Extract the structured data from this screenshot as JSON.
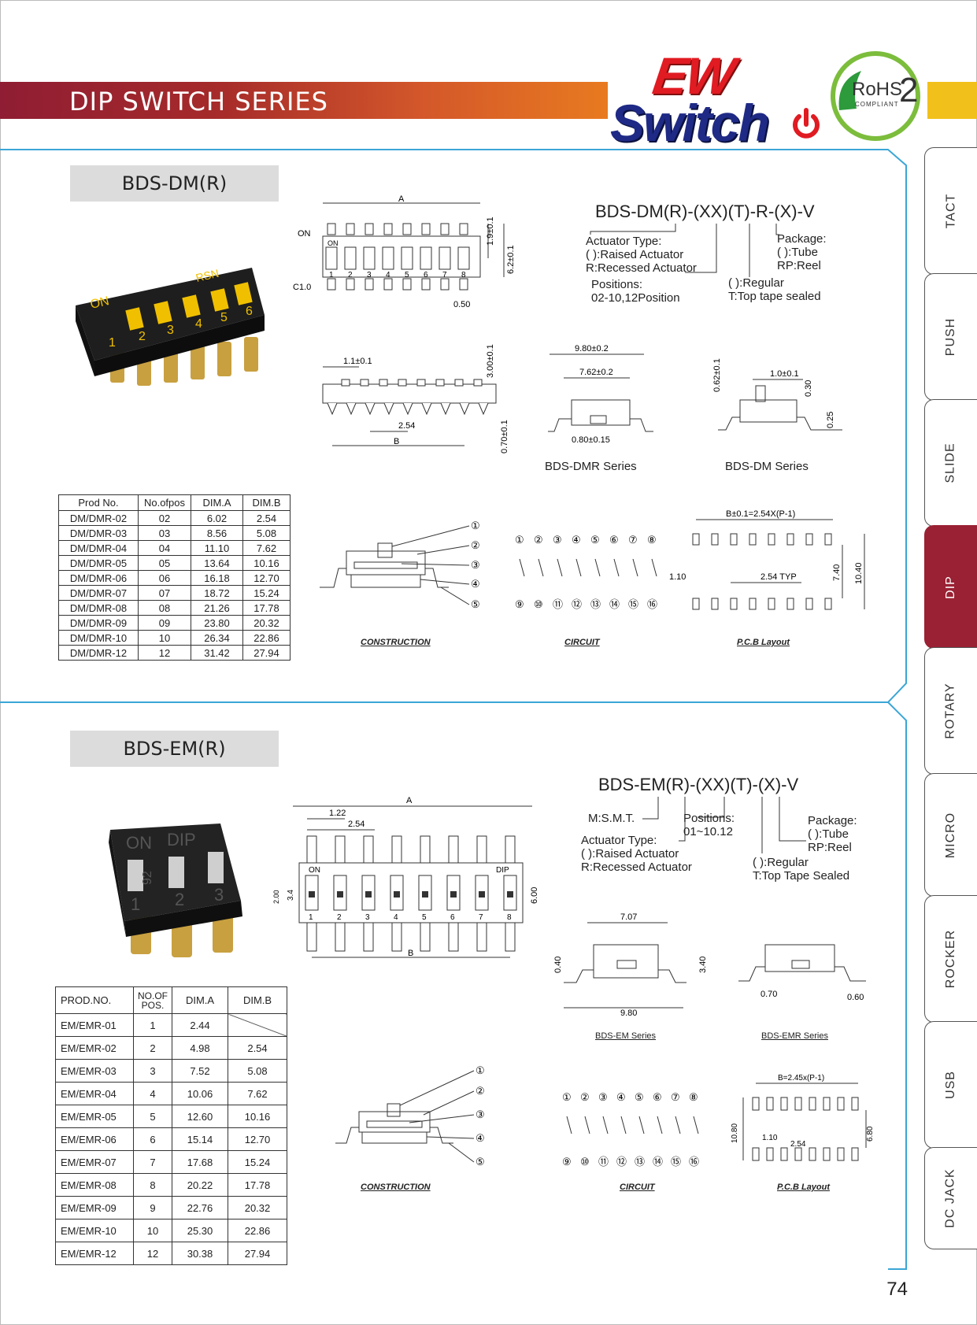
{
  "header": {
    "title": "DIP SWITCH  SERIES",
    "logo_top": "EW",
    "logo_bottom": "Switch",
    "rohs_label": "RoHS",
    "rohs_sub": "COMPLIANT",
    "rohs_num": "2",
    "colors": {
      "banner_start": "#8f1d33",
      "banner_end": "#e87a20",
      "accent_yellow": "#f2c01a",
      "frame": "#3ba6d6",
      "tab_active": "#9a2033"
    }
  },
  "side_tabs": [
    "TACT",
    "PUSH",
    "SLIDE",
    "DIP",
    "ROTARY",
    "MICRO",
    "ROCKER",
    "USB",
    "DC JACK"
  ],
  "active_tab": "DIP",
  "page_number": "74",
  "section_dm": {
    "tag": "BDS-DM(R)",
    "part_code": "BDS-DM(R)-(XX)(T)-R-(X)-V",
    "notes": {
      "actuator": "Actuator Type:\n( ):Raised Actuator\nR:Recessed Actuator",
      "positions": "Positions:\n02-10,12Position",
      "package": "Package:\n( ):Tube\nRP:Reel",
      "seal": "( ):Regular\nT:Top tape sealed"
    },
    "photo_labels": {
      "on": "ON",
      "rsn": "RSN",
      "digits": [
        "1",
        "2",
        "3",
        "4",
        "5",
        "6"
      ]
    },
    "top_view_labels": {
      "a": "A",
      "on_side": "ON",
      "on_inner": "ON",
      "c1": "C1.0",
      "pitch": "0.50",
      "dim1": "1.9±0.1",
      "dim2": "6.2±0.1",
      "nums": [
        "1",
        "2",
        "3",
        "4",
        "5",
        "6",
        "7",
        "8"
      ]
    },
    "side_view_labels": {
      "d1": "1.1±0.1",
      "d2": "3.00±0.1",
      "d3": "2.54",
      "d4": "0.70±0.1",
      "b": "B"
    },
    "dmr_view_labels": {
      "d1": "9.80±0.2",
      "d2": "7.62±0.2",
      "d3": "0.80±0.15"
    },
    "dm_view_labels": {
      "d1": "0.62±0.1",
      "d2": "1.0±0.1",
      "d3": "0.30",
      "d4": "0.25"
    },
    "captions": {
      "dmr": "BDS-DMR Series",
      "dm": "BDS-DM Series",
      "construction": "CONSTRUCTION",
      "circuit": "CIRCUIT",
      "pcb": "P.C.B Layout"
    },
    "construction_nums": [
      "①",
      "②",
      "③",
      "④",
      "⑤"
    ],
    "circuit_top": [
      "①",
      "②",
      "③",
      "④",
      "⑤",
      "⑥",
      "⑦",
      "⑧"
    ],
    "circuit_bottom": [
      "⑨",
      "⑩",
      "⑪",
      "⑫",
      "⑬",
      "⑭",
      "⑮",
      "⑯"
    ],
    "pcb_labels": {
      "top": "B±0.1=2.54X(P-1)",
      "left": "1.10",
      "typ": "2.54 TYP",
      "v1": "7.40",
      "v2": "10.40"
    },
    "table": {
      "headers": [
        "Prod No.",
        "No.ofpos",
        "DIM.A",
        "DIM.B"
      ],
      "rows": [
        [
          "DM/DMR-02",
          "02",
          "6.02",
          "2.54"
        ],
        [
          "DM/DMR-03",
          "03",
          "8.56",
          "5.08"
        ],
        [
          "DM/DMR-04",
          "04",
          "11.10",
          "7.62"
        ],
        [
          "DM/DMR-05",
          "05",
          "13.64",
          "10.16"
        ],
        [
          "DM/DMR-06",
          "06",
          "16.18",
          "12.70"
        ],
        [
          "DM/DMR-07",
          "07",
          "18.72",
          "15.24"
        ],
        [
          "DM/DMR-08",
          "08",
          "21.26",
          "17.78"
        ],
        [
          "DM/DMR-09",
          "09",
          "23.80",
          "20.32"
        ],
        [
          "DM/DMR-10",
          "10",
          "26.34",
          "22.86"
        ],
        [
          "DM/DMR-12",
          "12",
          "31.42",
          "27.94"
        ]
      ]
    }
  },
  "section_em": {
    "tag": "BDS-EM(R)",
    "part_code": "BDS-EM(R)-(XX)(T)-(X)-V",
    "notes": {
      "smt": "M:S.M.T.",
      "actuator": "Actuator Type:\n( ):Raised Actuator\nR:Recessed Actuator",
      "positions": "Positions:\n01~10.12",
      "package": "Package:\n( ):Tube\nRP:Reel",
      "seal": "( ):Regular\nT:Top Tape Sealed"
    },
    "photo_labels": {
      "on": "ON",
      "dip": "DIP",
      "code": "92",
      "digits": [
        "1",
        "2",
        "3"
      ]
    },
    "top_view_labels": {
      "a": "A",
      "d1": "1.22",
      "d2": "2.54",
      "on": "ON",
      "dip": "DIP",
      "h1": "2.00",
      "h2": "3.4",
      "h3": "6.00",
      "b": "B",
      "nums": [
        "1",
        "2",
        "3",
        "4",
        "5",
        "6",
        "7",
        "8"
      ]
    },
    "em_view_labels": {
      "d1": "7.07",
      "d2": "0.40",
      "d3": "3.40",
      "d4": "9.80"
    },
    "emr_view_labels": {
      "d1": "0.70",
      "d2": "0.60"
    },
    "captions": {
      "em": "BDS-EM Series",
      "emr": "BDS-EMR Series",
      "construction": "CONSTRUCTION",
      "circuit": "CIRCUIT",
      "pcb": "P.C.B Layout"
    },
    "construction_nums": [
      "①",
      "②",
      "③",
      "④",
      "⑤"
    ],
    "circuit_top": [
      "①",
      "②",
      "③",
      "④",
      "⑤",
      "⑥",
      "⑦",
      "⑧"
    ],
    "circuit_bottom": [
      "⑨",
      "⑩",
      "⑪",
      "⑫",
      "⑬",
      "⑭",
      "⑮",
      "⑯"
    ],
    "pcb_labels": {
      "top": "B=2.45x(P-1)",
      "v1": "10.80",
      "left": "1.10",
      "pitch": "2.54",
      "v2": "6.80"
    },
    "table": {
      "headers": [
        "PROD.NO.",
        "NO.OF POS.",
        "DIM.A",
        "DIM.B"
      ],
      "rows": [
        [
          "EM/EMR-01",
          "1",
          "2.44",
          ""
        ],
        [
          "EM/EMR-02",
          "2",
          "4.98",
          "2.54"
        ],
        [
          "EM/EMR-03",
          "3",
          "7.52",
          "5.08"
        ],
        [
          "EM/EMR-04",
          "4",
          "10.06",
          "7.62"
        ],
        [
          "EM/EMR-05",
          "5",
          "12.60",
          "10.16"
        ],
        [
          "EM/EMR-06",
          "6",
          "15.14",
          "12.70"
        ],
        [
          "EM/EMR-07",
          "7",
          "17.68",
          "15.24"
        ],
        [
          "EM/EMR-08",
          "8",
          "20.22",
          "17.78"
        ],
        [
          "EM/EMR-09",
          "9",
          "22.76",
          "20.32"
        ],
        [
          "EM/EMR-10",
          "10",
          "25.30",
          "22.86"
        ],
        [
          "EM/EMR-12",
          "12",
          "30.38",
          "27.94"
        ]
      ]
    }
  }
}
